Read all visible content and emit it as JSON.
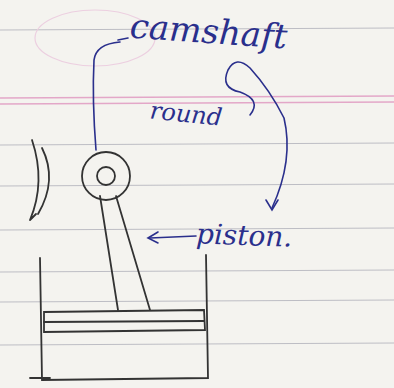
{
  "diagram": {
    "labels": [
      "camshaft",
      "round",
      "piston."
    ]
  }
}
